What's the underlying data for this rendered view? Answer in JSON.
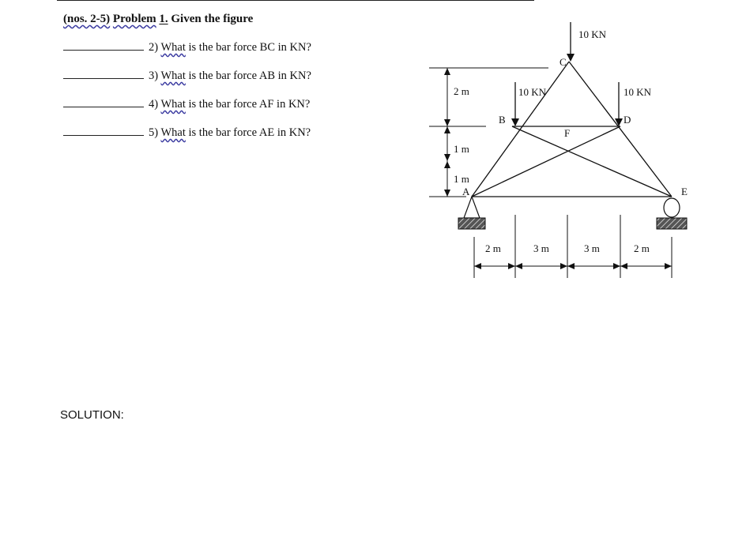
{
  "header": {
    "prefix": "(nos. 2-5)",
    "problem_label": "Problem",
    "problem_number": "1.",
    "title": "Given the figure"
  },
  "questions": [
    {
      "number": "2)",
      "word": "What",
      "text": "is the bar force BC in KN?"
    },
    {
      "number": "3)",
      "word": "What",
      "text": "is the bar force AB in KN?"
    },
    {
      "number": "4)",
      "word": "What",
      "text": "is the bar force AF in KN?"
    },
    {
      "number": "5)",
      "word": "What",
      "text": "is the bar force AE in KN?"
    }
  ],
  "figure": {
    "nodes": {
      "A": "A",
      "B": "B",
      "C": "C",
      "D": "D",
      "E": "E",
      "F": "F"
    },
    "loads": {
      "C": "10 KN",
      "B": "10 KN",
      "D": "10 KN"
    },
    "vertical_dims": [
      "2 m",
      "1 m",
      "1 m"
    ],
    "horizontal_dims": [
      "2 m",
      "3 m",
      "3 m",
      "2 m"
    ]
  },
  "solution_label": "SOLUTION:"
}
